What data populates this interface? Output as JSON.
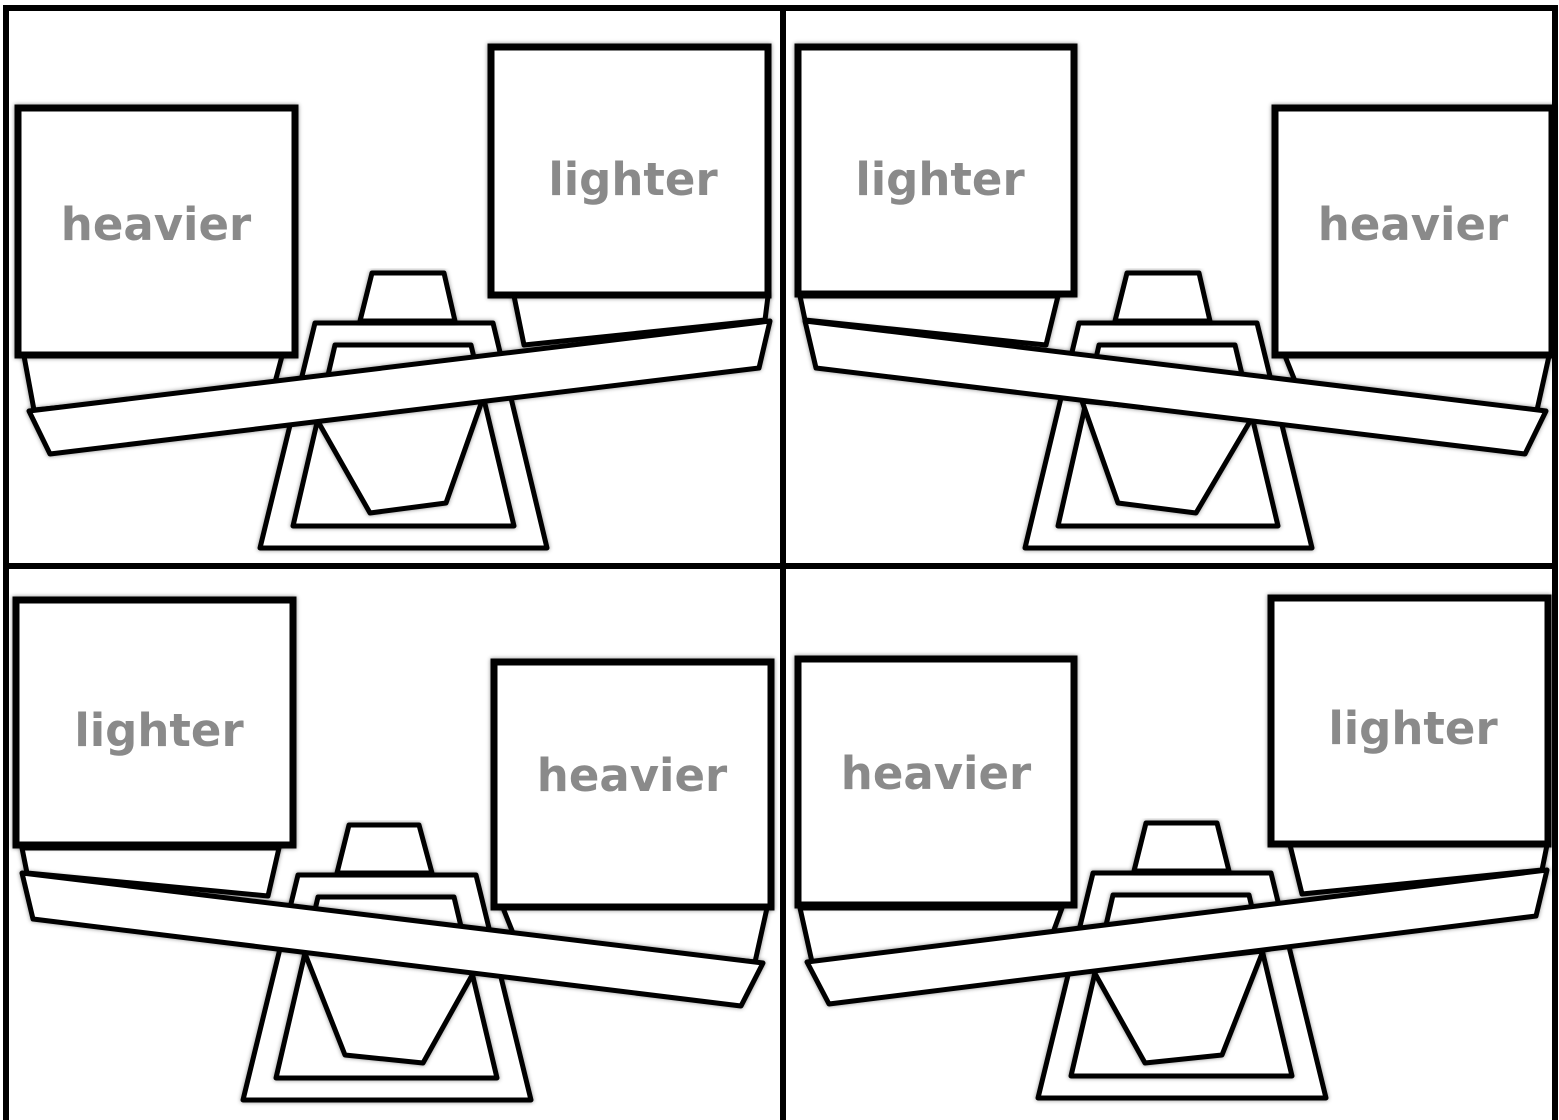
{
  "colors": {
    "outline": "#000000",
    "label": "#8a8a8a",
    "background": "#ffffff"
  },
  "panels": [
    {
      "id": "top-left",
      "tilt": "left-down",
      "left_label": "heavier",
      "right_label": "lighter"
    },
    {
      "id": "top-right",
      "tilt": "right-down",
      "left_label": "lighter",
      "right_label": "heavier"
    },
    {
      "id": "bottom-left",
      "tilt": "right-down",
      "left_label": "lighter",
      "right_label": "heavier"
    },
    {
      "id": "bottom-right",
      "tilt": "left-down",
      "left_label": "heavier",
      "right_label": "lighter"
    }
  ]
}
